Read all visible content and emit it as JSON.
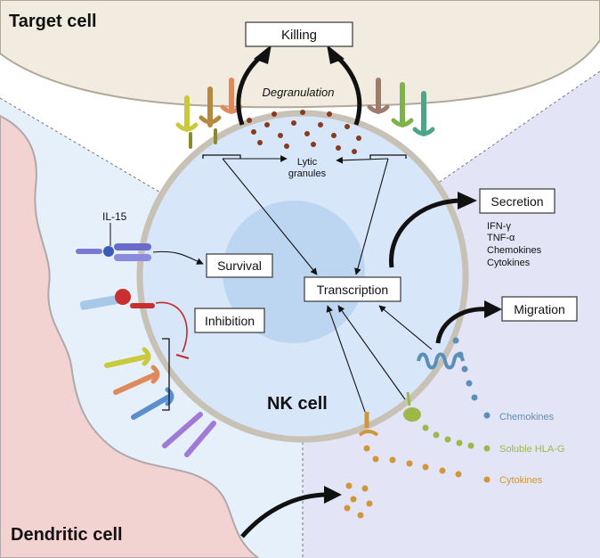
{
  "cells": {
    "target": "Target cell",
    "dendritic": "Dendritic cell",
    "nk": "NK cell"
  },
  "boxes": {
    "killing": "Killing",
    "secretion": "Secretion",
    "migration": "Migration",
    "transcription": "Transcription",
    "survival": "Survival",
    "inhibition": "Inhibition"
  },
  "labels": {
    "degranulation": "Degranulation",
    "lytic_line1": "Lytic",
    "lytic_line2": "granules",
    "il15": "IL-15"
  },
  "secretion_items": [
    "IFN-γ",
    "TNF-α",
    "Chemokines",
    "Cytokines"
  ],
  "legend": {
    "chemokines": "Chemokines",
    "soluble_hla_g": "Soluble HLA-G",
    "cytokines": "Cytokines"
  },
  "colors": {
    "target_cell": "#f2ebe0",
    "dendritic_cell": "#f3d2d2",
    "left_bg": "#e6f0fb",
    "right_bg": "#e3e5f6",
    "nucleus": "#bcd6f1",
    "cytoplasm": "#d7e6f8",
    "granule": "#8a3a1c",
    "chemokine": "#5b8fb8",
    "hla_g": "#9db84a",
    "cytokine": "#d1953a",
    "inhibition": "#c42a2a"
  }
}
